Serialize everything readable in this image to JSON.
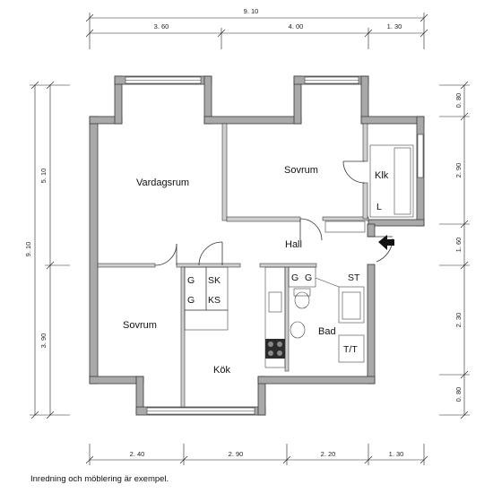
{
  "dimensions": {
    "top_total": "9. 10",
    "top_segments": [
      "3. 60",
      "4. 00",
      "1. 30"
    ],
    "bottom_segments": [
      "2. 40",
      "2. 90",
      "2. 20",
      "1. 30"
    ],
    "left_total": "9. 10",
    "left_segments": [
      "5. 10",
      "3. 90"
    ],
    "right_segments": [
      "0. 80",
      "2. 90",
      "1. 60",
      "2. 30",
      "0. 80"
    ]
  },
  "rooms": {
    "vardagsrum": "Vardagsrum",
    "sovrum_upper": "Sovrum",
    "sovrum_lower": "Sovrum",
    "klk": "Klk",
    "hall": "Hall",
    "kok": "Kök",
    "bad": "Bad"
  },
  "fixtures": {
    "l": "L",
    "g1": "G",
    "g2": "G",
    "sk": "SK",
    "ks": "KS",
    "g3": "G",
    "g4": "G",
    "st": "ST",
    "tt": "T/T"
  },
  "note": "Inredning och möblering är exempel.",
  "colors": {
    "wall": "#a9a9a9",
    "wall_outline": "#3a3a3a",
    "line": "#222222"
  }
}
